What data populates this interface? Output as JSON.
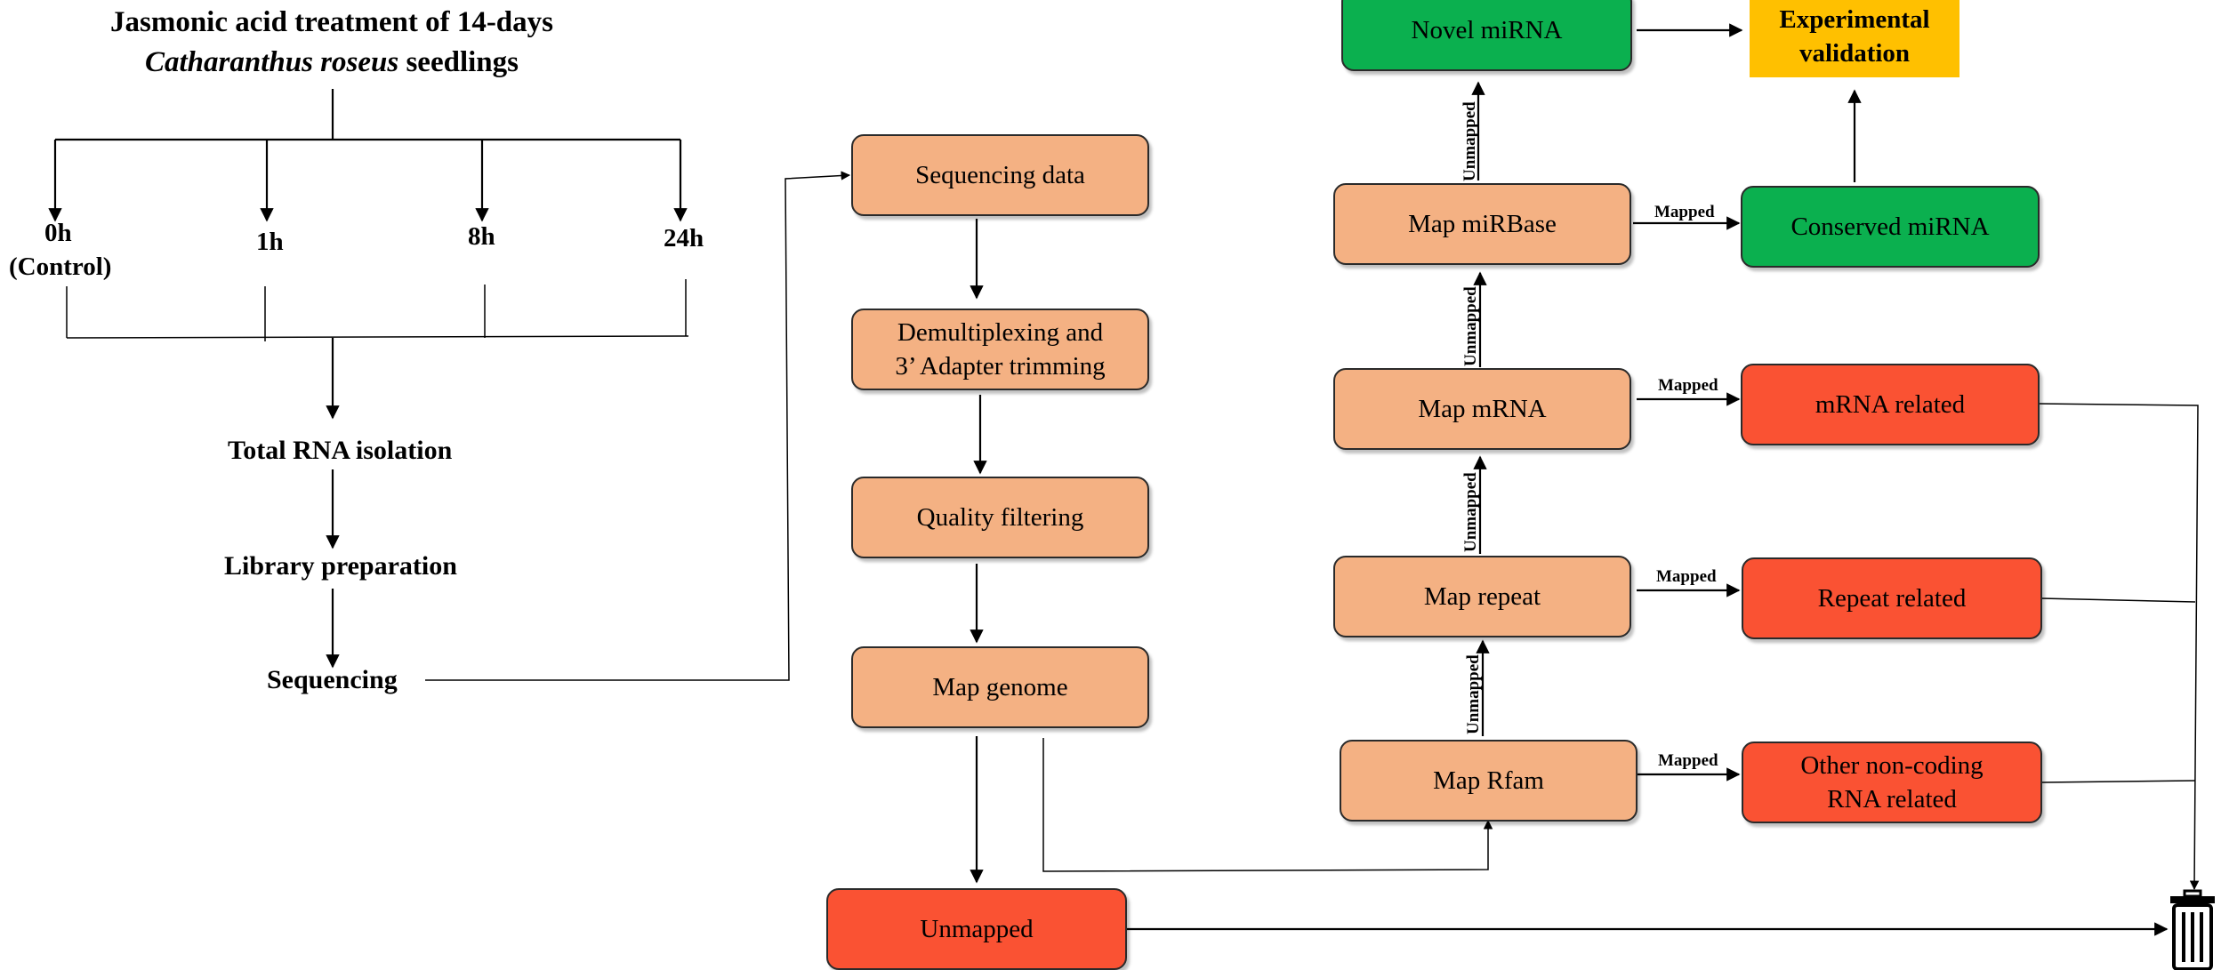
{
  "left_panel": {
    "title_line1": "Jasmonic acid treatment of 14-days",
    "title_line2_italic": "Catharanthus roseus",
    "title_line2_rest": " seedlings",
    "timepoints": [
      "0h",
      "1h",
      "8h",
      "24h"
    ],
    "control_label": "(Control)",
    "steps": [
      "Total RNA isolation",
      "Library preparation",
      "Sequencing"
    ]
  },
  "pipeline": {
    "sequencing_data": "Sequencing data",
    "demultiplexing_line1": "Demultiplexing and",
    "demultiplexing_line2": "3’ Adapter trimming",
    "quality_filtering": "Quality filtering",
    "map_genome": "Map genome",
    "unmapped": "Unmapped"
  },
  "mapping": {
    "map_rfam": "Map Rfam",
    "map_repeat": "Map repeat",
    "map_mrna": "Map mRNA",
    "map_mirbase": "Map miRBase",
    "novel_mirna": "Novel miRNA",
    "mapped_label": "Mapped",
    "unmapped_label": "Unmapped"
  },
  "outcomes": {
    "other_ncrna_line1": "Other non-coding",
    "other_ncrna_line2": "RNA related",
    "repeat_related": "Repeat related",
    "mrna_related": "mRNA related",
    "conserved_mirna": "Conserved miRNA",
    "experimental_line1": "Experimental",
    "experimental_line2": "validation"
  },
  "discard_icon": "trash-can-icon",
  "colors": {
    "process": "#f4b183",
    "discarded": "#fa5233",
    "mirna": "#0bb04f",
    "validation": "#ffc000"
  }
}
